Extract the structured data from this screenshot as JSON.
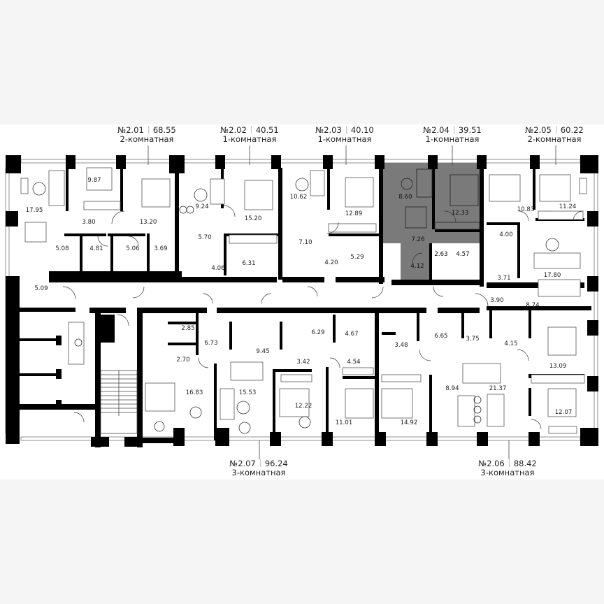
{
  "floor_plan": {
    "highlight_color": "#7a7a7a",
    "background_color": "#f5f5f5",
    "units_top": [
      {
        "id": "№2.01",
        "area_total": "68.55",
        "type": "2-комнатная"
      },
      {
        "id": "№2.02",
        "area_total": "40.51",
        "type": "1-комнатная"
      },
      {
        "id": "№2.03",
        "area_total": "40.10",
        "type": "1-комнатная"
      },
      {
        "id": "№2.04",
        "area_total": "39.51",
        "type": "1-комнатная",
        "highlighted": true
      },
      {
        "id": "№2.05",
        "area_total": "60.22",
        "type": "2-комнатная"
      }
    ],
    "units_bottom": [
      {
        "id": "№2.07",
        "area_total": "96.24",
        "type": "3-комнатная"
      },
      {
        "id": "№2.06",
        "area_total": "88.42",
        "type": "3-комнатная"
      }
    ],
    "room_areas": {
      "u201": [
        "17.95",
        "9.87",
        "3.80",
        "13.20",
        "5.08",
        "4.81",
        "5.06",
        "3.69"
      ],
      "u202": [
        "9.24",
        "15.20",
        "5.70",
        "6.31",
        "4.06"
      ],
      "u203": [
        "10.62",
        "12.89",
        "7.10",
        "4.20",
        "5.29"
      ],
      "u204": [
        "8.60",
        "12.33",
        "7.26",
        "2.63",
        "4.57",
        "4.12"
      ],
      "u205": [
        "10.83",
        "11.24",
        "4.00",
        "17.80",
        "3.71",
        "3.90",
        "8.74"
      ],
      "u206": [
        "6.65",
        "3.75",
        "4.15",
        "13.09",
        "8.94",
        "21.37",
        "12.07"
      ],
      "u207": [
        "2.85",
        "2.70",
        "6.73",
        "16.83",
        "9.45",
        "15.53",
        "3.42",
        "12.22"
      ],
      "u208": [
        "6.29",
        "4.67",
        "4.54",
        "11.01",
        "3.48",
        "14.92"
      ],
      "common": [
        "5.09"
      ]
    }
  }
}
